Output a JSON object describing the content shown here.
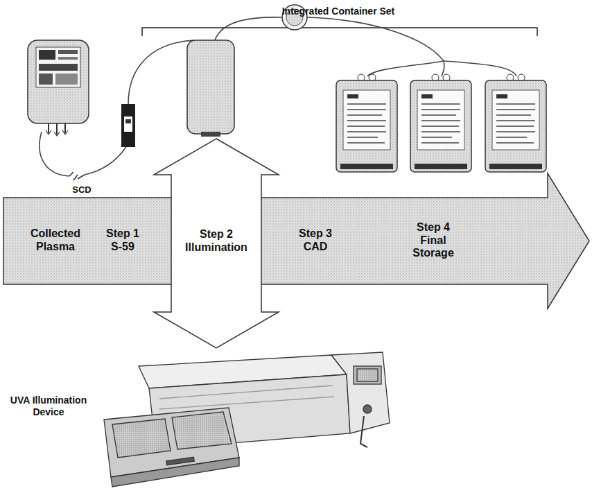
{
  "diagram": {
    "nodes": [
      {
        "text": [
          "Collected Plasma",
          "Step 1 S-59",
          "Step 3 CAD",
          "Step 4 Final Storage"
        ]
      },
      {
        "text": [
          "Step 2 Illumination"
        ]
      }
    ],
    "edges": [],
    "labels": [
      "Integrated Container Set",
      "SCD",
      "UVA Illumination Device"
    ]
  }
}
